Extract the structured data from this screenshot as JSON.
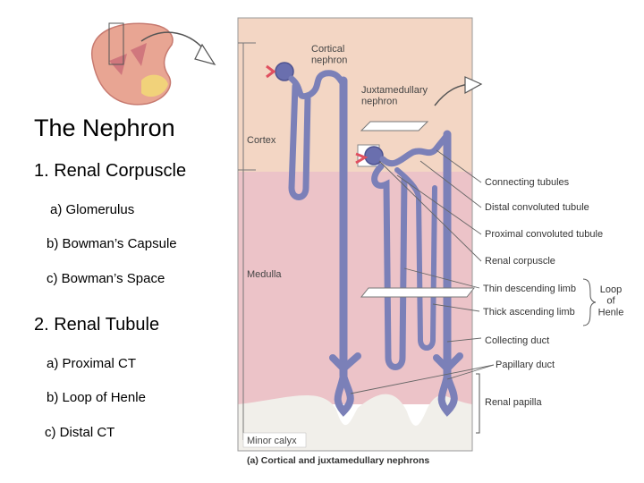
{
  "slide": {
    "title": "The Nephron",
    "section1": {
      "heading": "1. Renal Corpuscle",
      "items": [
        "a) Glomerulus",
        "b) Bowman’s Capsule",
        "c) Bowman’s Space"
      ]
    },
    "section2": {
      "heading": "2. Renal Tubule",
      "items": [
        "a) Proximal CT",
        "b) Loop of Henle",
        "c) Distal CT"
      ]
    }
  },
  "figure": {
    "cortical_nephron": "Cortical\nnephron",
    "juxtamedullary_nephron": "Juxtamedullary\nnephron",
    "cortex": "Cortex",
    "medulla": "Medulla",
    "minor_calyx": "Minor calyx",
    "caption": "(a) Cortical and juxtamedullary nephrons",
    "callouts": [
      "Connecting tubules",
      "Distal convoluted tubule",
      "Proximal convoluted tubule",
      "Renal corpuscle",
      "Thin descending limb",
      "Thick ascending limb",
      "Collecting duct",
      "Papillary duct",
      "Renal papilla"
    ],
    "loop_of_henle": "Loop\nof\nHenle",
    "colors": {
      "cortex": "#f3d6c4",
      "medulla": "#ecc3c8",
      "tubule": "#7b80b8",
      "tubule_dark": "#4e5390",
      "calyx": "#f1efea"
    }
  }
}
